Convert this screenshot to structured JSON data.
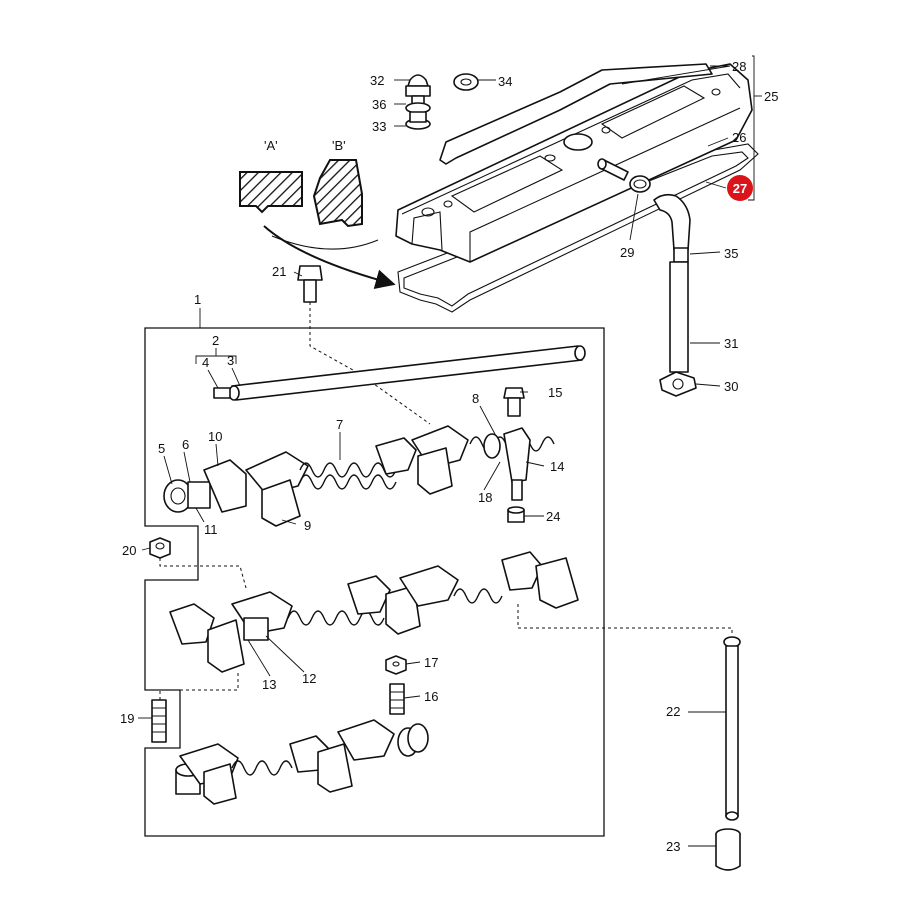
{
  "view_labels": {
    "a": "'A'",
    "b": "'B'"
  },
  "callouts": {
    "c1": "1",
    "c2": "2",
    "c3": "3",
    "c4": "4",
    "c5": "5",
    "c6": "6",
    "c7": "7",
    "c8": "8",
    "c9": "9",
    "c10": "10",
    "c11": "11",
    "c12": "12",
    "c13": "13",
    "c14": "14",
    "c15": "15",
    "c16": "16",
    "c17": "17",
    "c18": "18",
    "c19": "19",
    "c20": "20",
    "c21": "21",
    "c22": "22",
    "c23": "23",
    "c24": "24",
    "c25": "25",
    "c26": "26",
    "c27": "27",
    "c28": "28",
    "c29": "29",
    "c30": "30",
    "c31": "31",
    "c32": "32",
    "c33": "33",
    "c34": "34",
    "c35": "35",
    "c36": "36"
  },
  "highlight": {
    "callout": "27",
    "color": "#d9141b"
  }
}
